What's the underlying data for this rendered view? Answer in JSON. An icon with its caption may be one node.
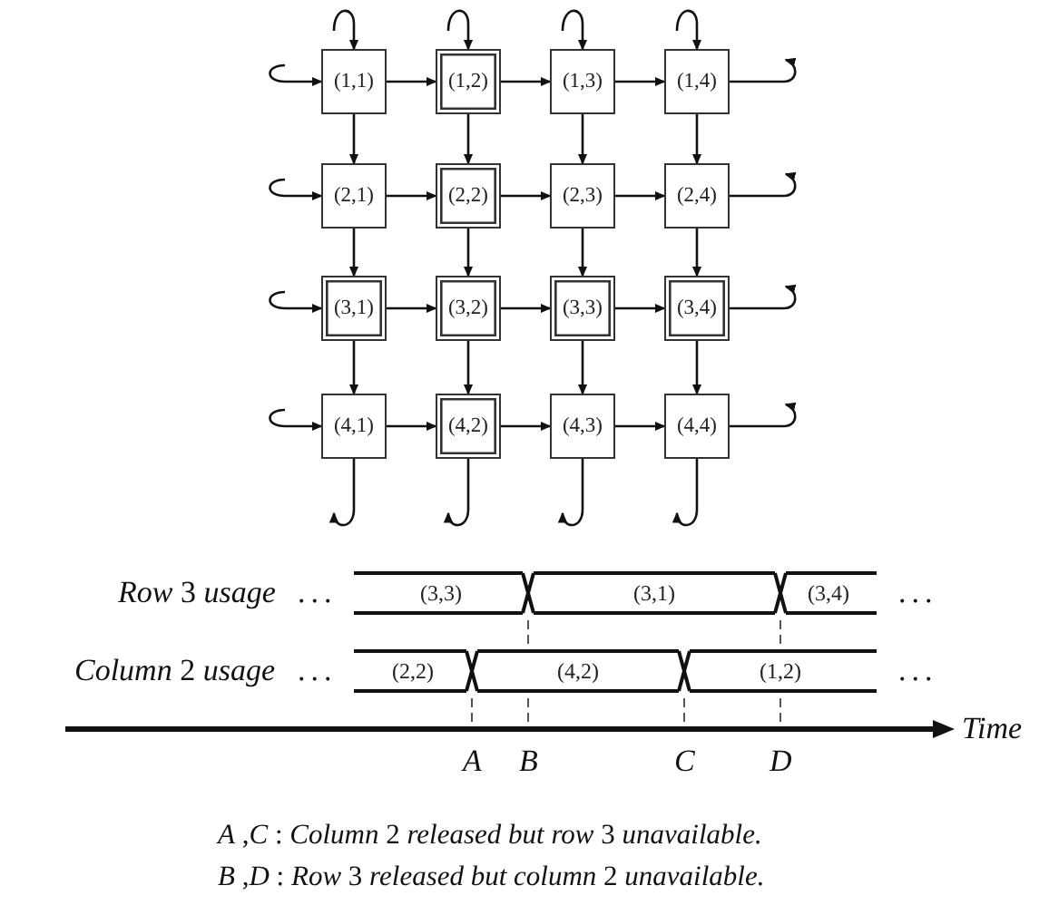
{
  "diagram": {
    "nodes": [
      {
        "text": [
          "(1,1)"
        ]
      },
      {
        "text": [
          "(1,2)"
        ]
      },
      {
        "text": [
          "(1,3)"
        ]
      },
      {
        "text": [
          "(1,4)"
        ]
      },
      {
        "text": [
          "(2,1)"
        ]
      },
      {
        "text": [
          "(2,2)"
        ]
      },
      {
        "text": [
          "(2,3)"
        ]
      },
      {
        "text": [
          "(2,4)"
        ]
      },
      {
        "text": [
          "(3,1)"
        ]
      },
      {
        "text": [
          "(3,2)"
        ]
      },
      {
        "text": [
          "(3,3)"
        ]
      },
      {
        "text": [
          "(3,4)"
        ]
      },
      {
        "text": [
          "(4,1)"
        ]
      },
      {
        "text": [
          "(4,2)"
        ]
      },
      {
        "text": [
          "(4,3)"
        ]
      },
      {
        "text": [
          "(4,4)"
        ]
      },
      {
        "text": [
          "(3,3)"
        ]
      },
      {
        "text": [
          "(3,1)"
        ]
      },
      {
        "text": [
          "(3,4)"
        ]
      },
      {
        "text": [
          "(2,2)"
        ]
      },
      {
        "text": [
          "(4,2)"
        ]
      },
      {
        "text": [
          "(1,2)"
        ]
      }
    ],
    "edges": [
      {
        "from": null,
        "to": 0,
        "arrow": "to"
      },
      {
        "from": null,
        "to": 1,
        "arrow": "to"
      },
      {
        "from": null,
        "to": 2,
        "arrow": "to"
      },
      {
        "from": null,
        "to": 3,
        "arrow": "to"
      },
      {
        "from": null,
        "to": 0,
        "arrow": "to"
      },
      {
        "from": null,
        "to": 4,
        "arrow": "to"
      },
      {
        "from": null,
        "to": 8,
        "arrow": "to"
      },
      {
        "from": null,
        "to": 12,
        "arrow": "to"
      },
      {
        "from": 0,
        "to": 1,
        "arrow": "to"
      },
      {
        "from": 1,
        "to": 2,
        "arrow": "to"
      },
      {
        "from": 2,
        "to": 3,
        "arrow": "to"
      },
      {
        "from": 4,
        "to": 5,
        "arrow": "to"
      },
      {
        "from": 5,
        "to": 6,
        "arrow": "to"
      },
      {
        "from": 6,
        "to": 7,
        "arrow": "to"
      },
      {
        "from": 8,
        "to": 9,
        "arrow": "to"
      },
      {
        "from": 9,
        "to": 10,
        "arrow": "to"
      },
      {
        "from": 10,
        "to": 11,
        "arrow": "to"
      },
      {
        "from": 12,
        "to": 13,
        "arrow": "to"
      },
      {
        "from": 13,
        "to": 14,
        "arrow": "to"
      },
      {
        "from": 14,
        "to": 15,
        "arrow": "to"
      },
      {
        "from": 0,
        "to": 4,
        "arrow": "to"
      },
      {
        "from": 4,
        "to": 8,
        "arrow": "to"
      },
      {
        "from": 8,
        "to": 12,
        "arrow": "to"
      },
      {
        "from": 1,
        "to": 5,
        "arrow": "to"
      },
      {
        "from": 5,
        "to": 9,
        "arrow": "to"
      },
      {
        "from": 9,
        "to": 13,
        "arrow": "to"
      },
      {
        "from": 2,
        "to": 6,
        "arrow": "to"
      },
      {
        "from": 6,
        "to": 10,
        "arrow": "to"
      },
      {
        "from": 10,
        "to": 14,
        "arrow": "to"
      },
      {
        "from": 3,
        "to": 7,
        "arrow": "to"
      },
      {
        "from": 7,
        "to": 11,
        "arrow": "to"
      },
      {
        "from": 11,
        "to": 15,
        "arrow": "to"
      },
      {
        "from": 3,
        "to": null,
        "arrow": "to"
      },
      {
        "from": 7,
        "to": null,
        "arrow": "to"
      },
      {
        "from": 11,
        "to": null,
        "arrow": "to"
      },
      {
        "from": 15,
        "to": null,
        "arrow": "to"
      },
      {
        "from": 12,
        "to": null,
        "arrow": "to"
      },
      {
        "from": 13,
        "to": null,
        "arrow": "to"
      },
      {
        "from": 14,
        "to": null,
        "arrow": "to"
      },
      {
        "from": 15,
        "to": null,
        "arrow": "to"
      }
    ],
    "labels": [
      "*Row* 3 *usage*",
      "...",
      "...",
      "*Column* 2 *usage*",
      "...",
      "...",
      "Time",
      "A",
      "B",
      "C",
      "D",
      "*A* ,*C* : *Column* 2 *released but row* 3 *unavailable.*",
      "*B* ,*D* : *Row* 3 *released but column* 2 *unavailable.*"
    ]
  }
}
